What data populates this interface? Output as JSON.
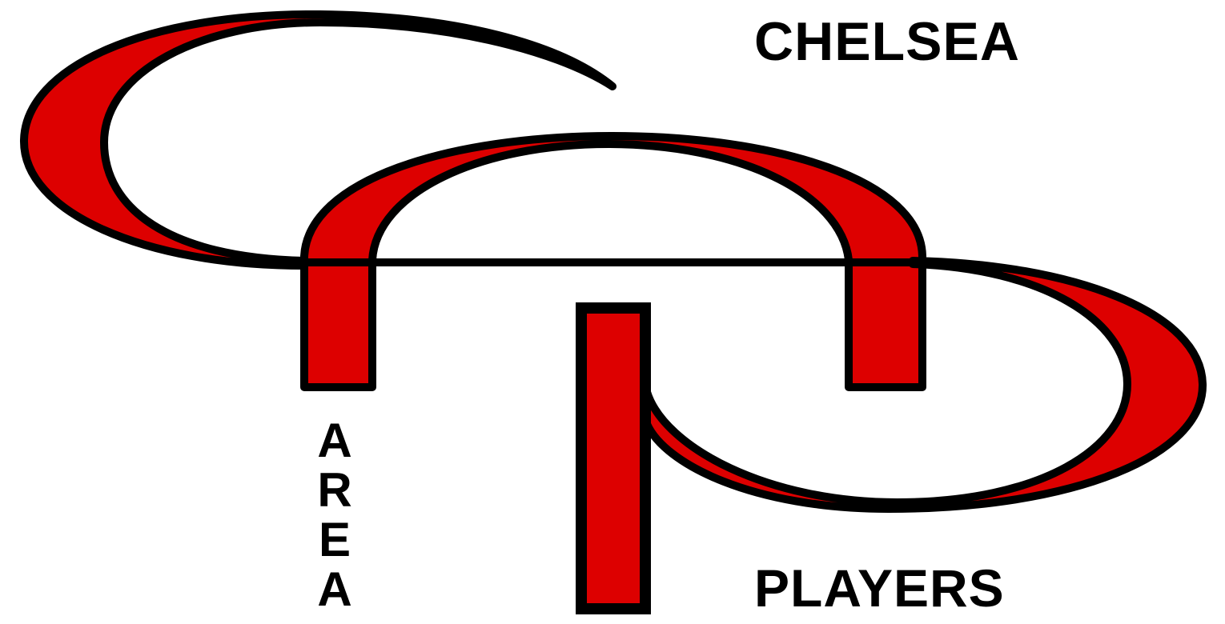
{
  "logo": {
    "wordmark_top": "CHELSEA",
    "wordmark_vertical": "AREA",
    "wordmark_bottom": "PLAYERS",
    "monogram_letters": "CAP",
    "colors": {
      "accent_red": "#dd0000",
      "outline": "#000000",
      "background": "#ffffff"
    }
  }
}
